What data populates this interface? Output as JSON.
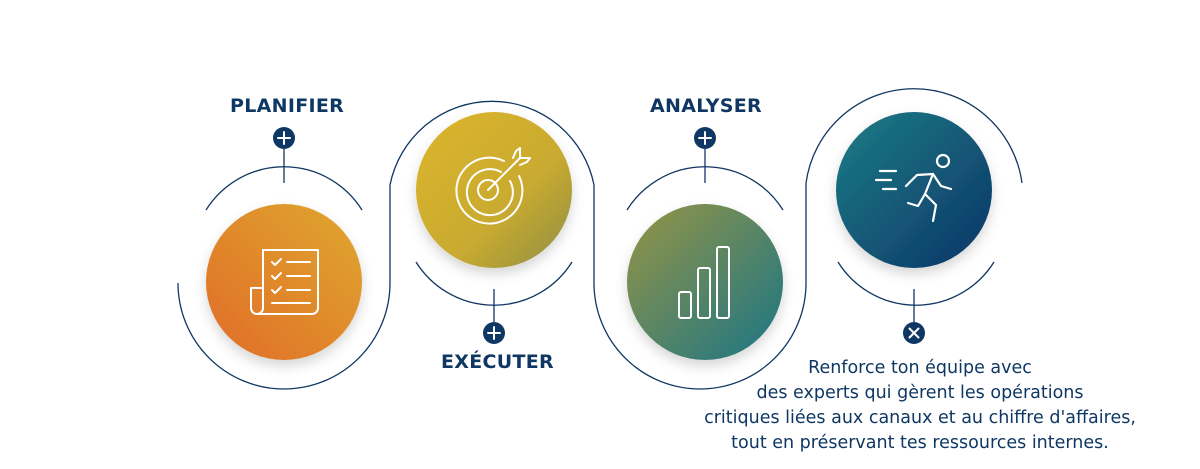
{
  "steps": [
    {
      "label": "PLANIFIER",
      "icon": "checklist-icon",
      "toggle": "plus"
    },
    {
      "label": "EXÉCUTER",
      "icon": "target-icon",
      "toggle": "plus"
    },
    {
      "label": "ANALYSER",
      "icon": "bar-chart-icon",
      "toggle": "plus"
    },
    {
      "label": "",
      "icon": "runner-icon",
      "toggle": "close"
    }
  ],
  "description": {
    "lines": [
      "Renforce ton équipe avec",
      "des experts qui gèrent les opérations",
      "critiques liées aux canaux et au chiffre d'affaires,",
      "tout en préservant tes ressources internes."
    ]
  },
  "colors": {
    "text": "#0f3763",
    "toggle": "#0f3763",
    "line": "#0f3763",
    "orange": "#e0772c",
    "gold": "#d8b22c",
    "olive": "#8d9246",
    "teal": "#1f7a86",
    "navy": "#0c3a6b"
  }
}
